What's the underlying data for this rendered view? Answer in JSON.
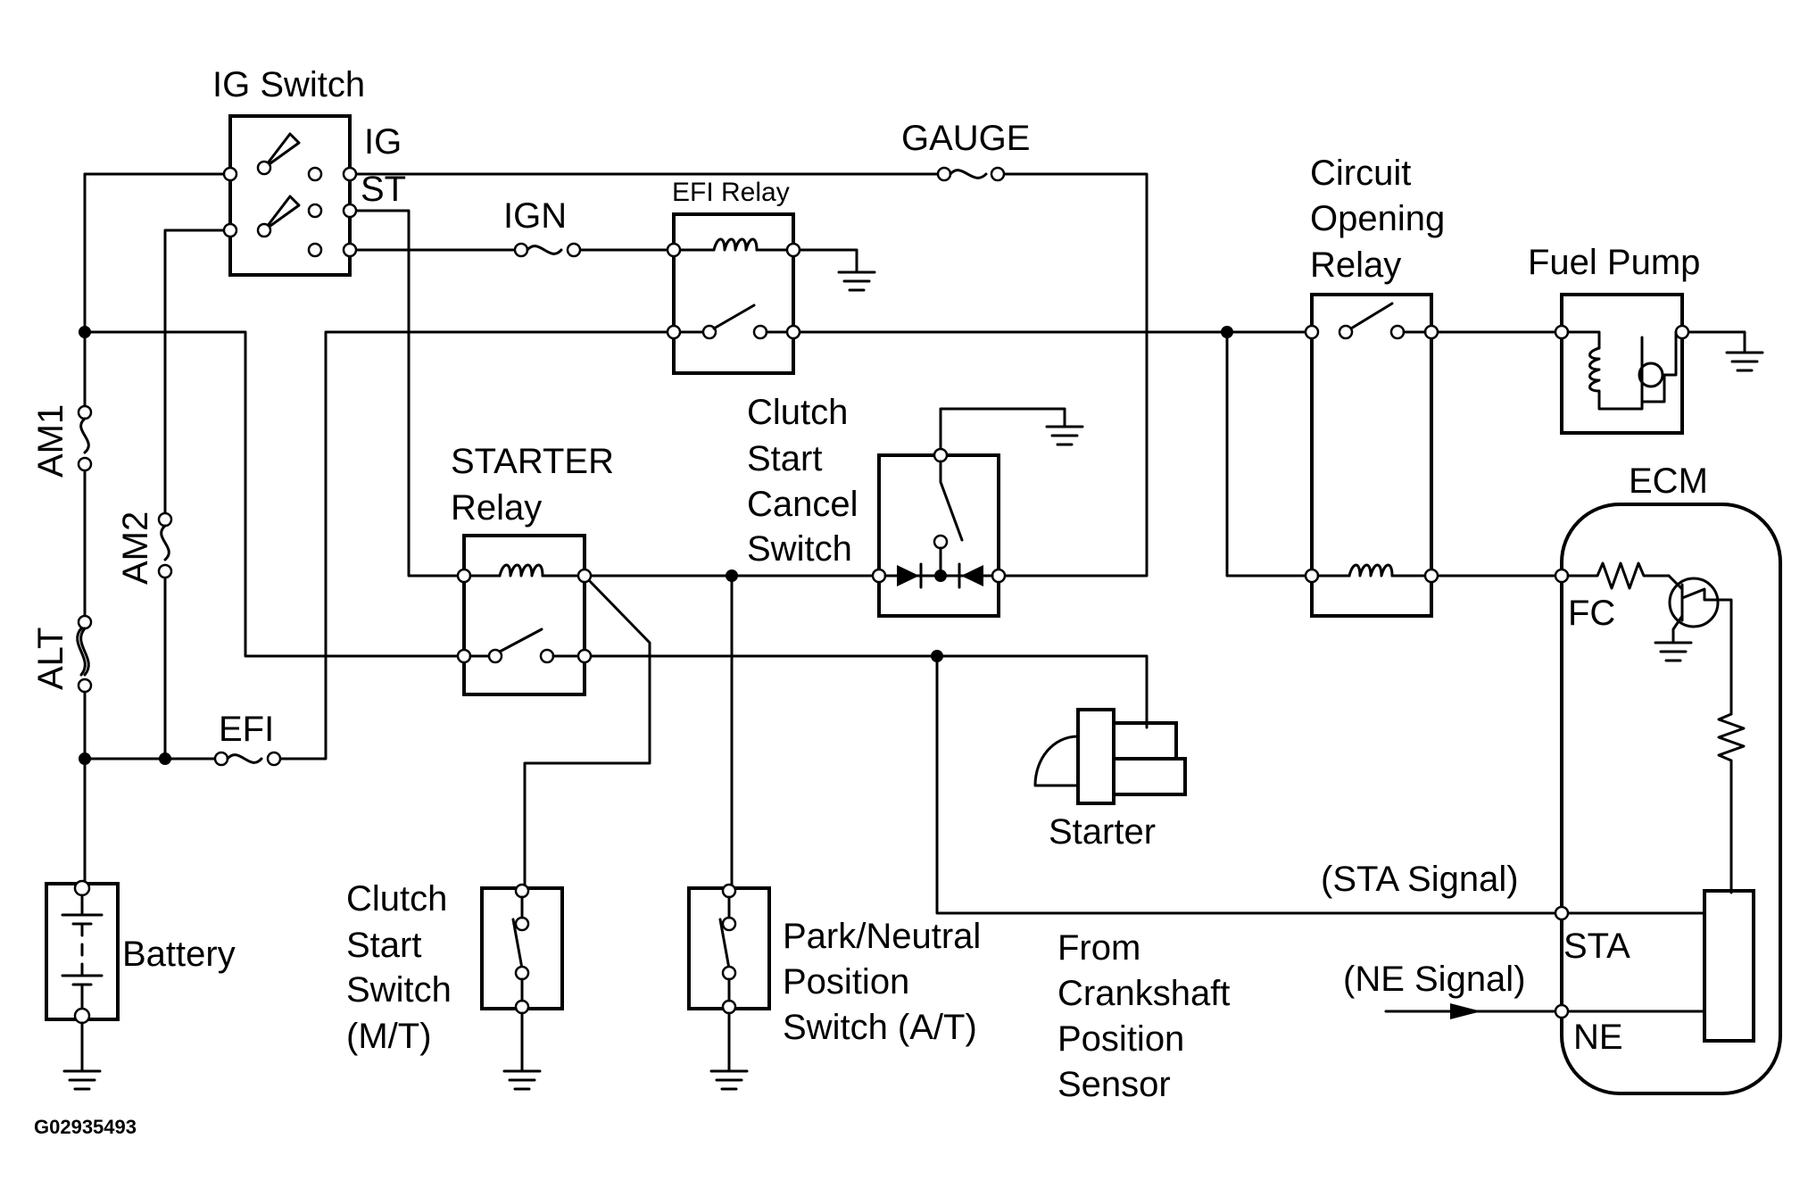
{
  "labels": {
    "ig_switch": "IG Switch",
    "ig": "IG",
    "st": "ST",
    "gauge": "GAUGE",
    "ign": "IGN",
    "efi_relay": "EFI Relay",
    "circuit_opening_relay": [
      "Circuit",
      "Opening",
      "Relay"
    ],
    "fuel_pump": "Fuel Pump",
    "am1": "AM1",
    "am2": "AM2",
    "alt": "ALT",
    "efi": "EFI",
    "starter_relay": [
      "STARTER",
      "Relay"
    ],
    "clutch_start_cancel_switch": [
      "Clutch",
      "Start",
      "Cancel",
      "Switch"
    ],
    "ecm": "ECM",
    "fc": "FC",
    "starter": "Starter",
    "sta_signal": "(STA Signal)",
    "sta": "STA",
    "ne_signal": "(NE Signal)",
    "ne": "NE",
    "battery": "Battery",
    "clutch_start_switch": [
      "Clutch",
      "Start",
      "Switch",
      "(M/T)"
    ],
    "park_neutral_switch": [
      "Park/Neutral",
      "Position",
      "Switch (A/T)"
    ],
    "crankshaft_sensor": [
      "From",
      "Crankshaft",
      "Position",
      "Sensor"
    ],
    "figure_id": "G02935493"
  }
}
